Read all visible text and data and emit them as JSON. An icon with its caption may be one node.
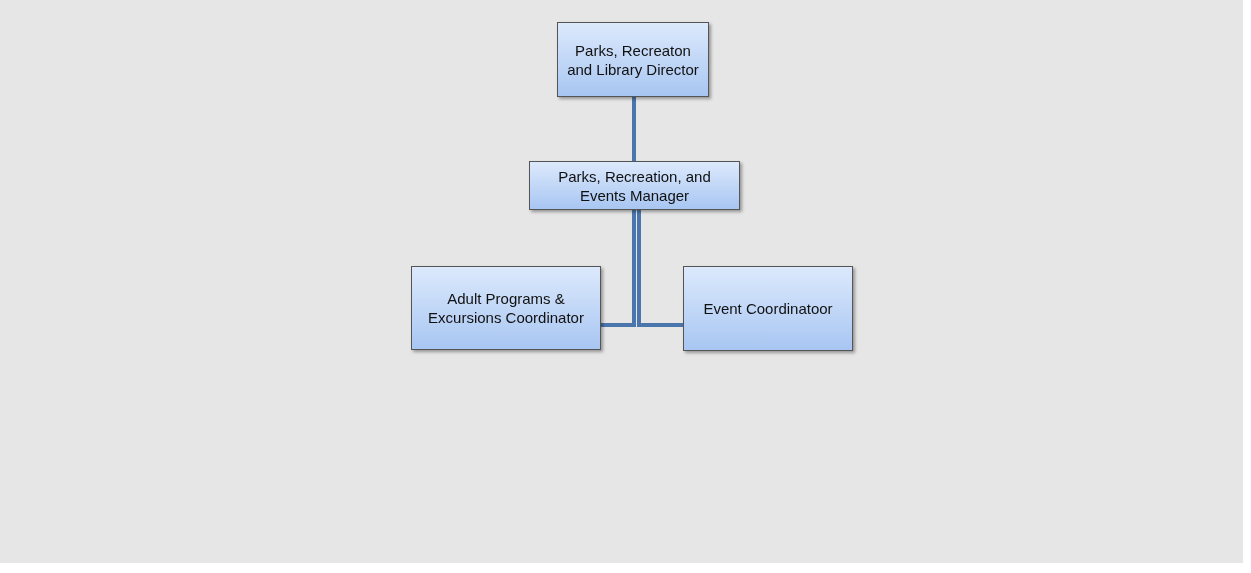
{
  "diagram": {
    "nodes": [
      {
        "text": [
          "Parks, Recreaton and Library Director"
        ]
      },
      {
        "text": [
          "Parks, Recreation, and Events Manager"
        ]
      },
      {
        "text": [
          "Adult Programs & Excursions Coordinator"
        ]
      },
      {
        "text": [
          "Event Coordinatoor"
        ]
      }
    ],
    "edges": [
      {
        "from": 0,
        "to": 1,
        "arrow": "none"
      },
      {
        "from": 1,
        "to": 2,
        "arrow": "none"
      },
      {
        "from": 1,
        "to": 3,
        "arrow": "none"
      }
    ]
  }
}
